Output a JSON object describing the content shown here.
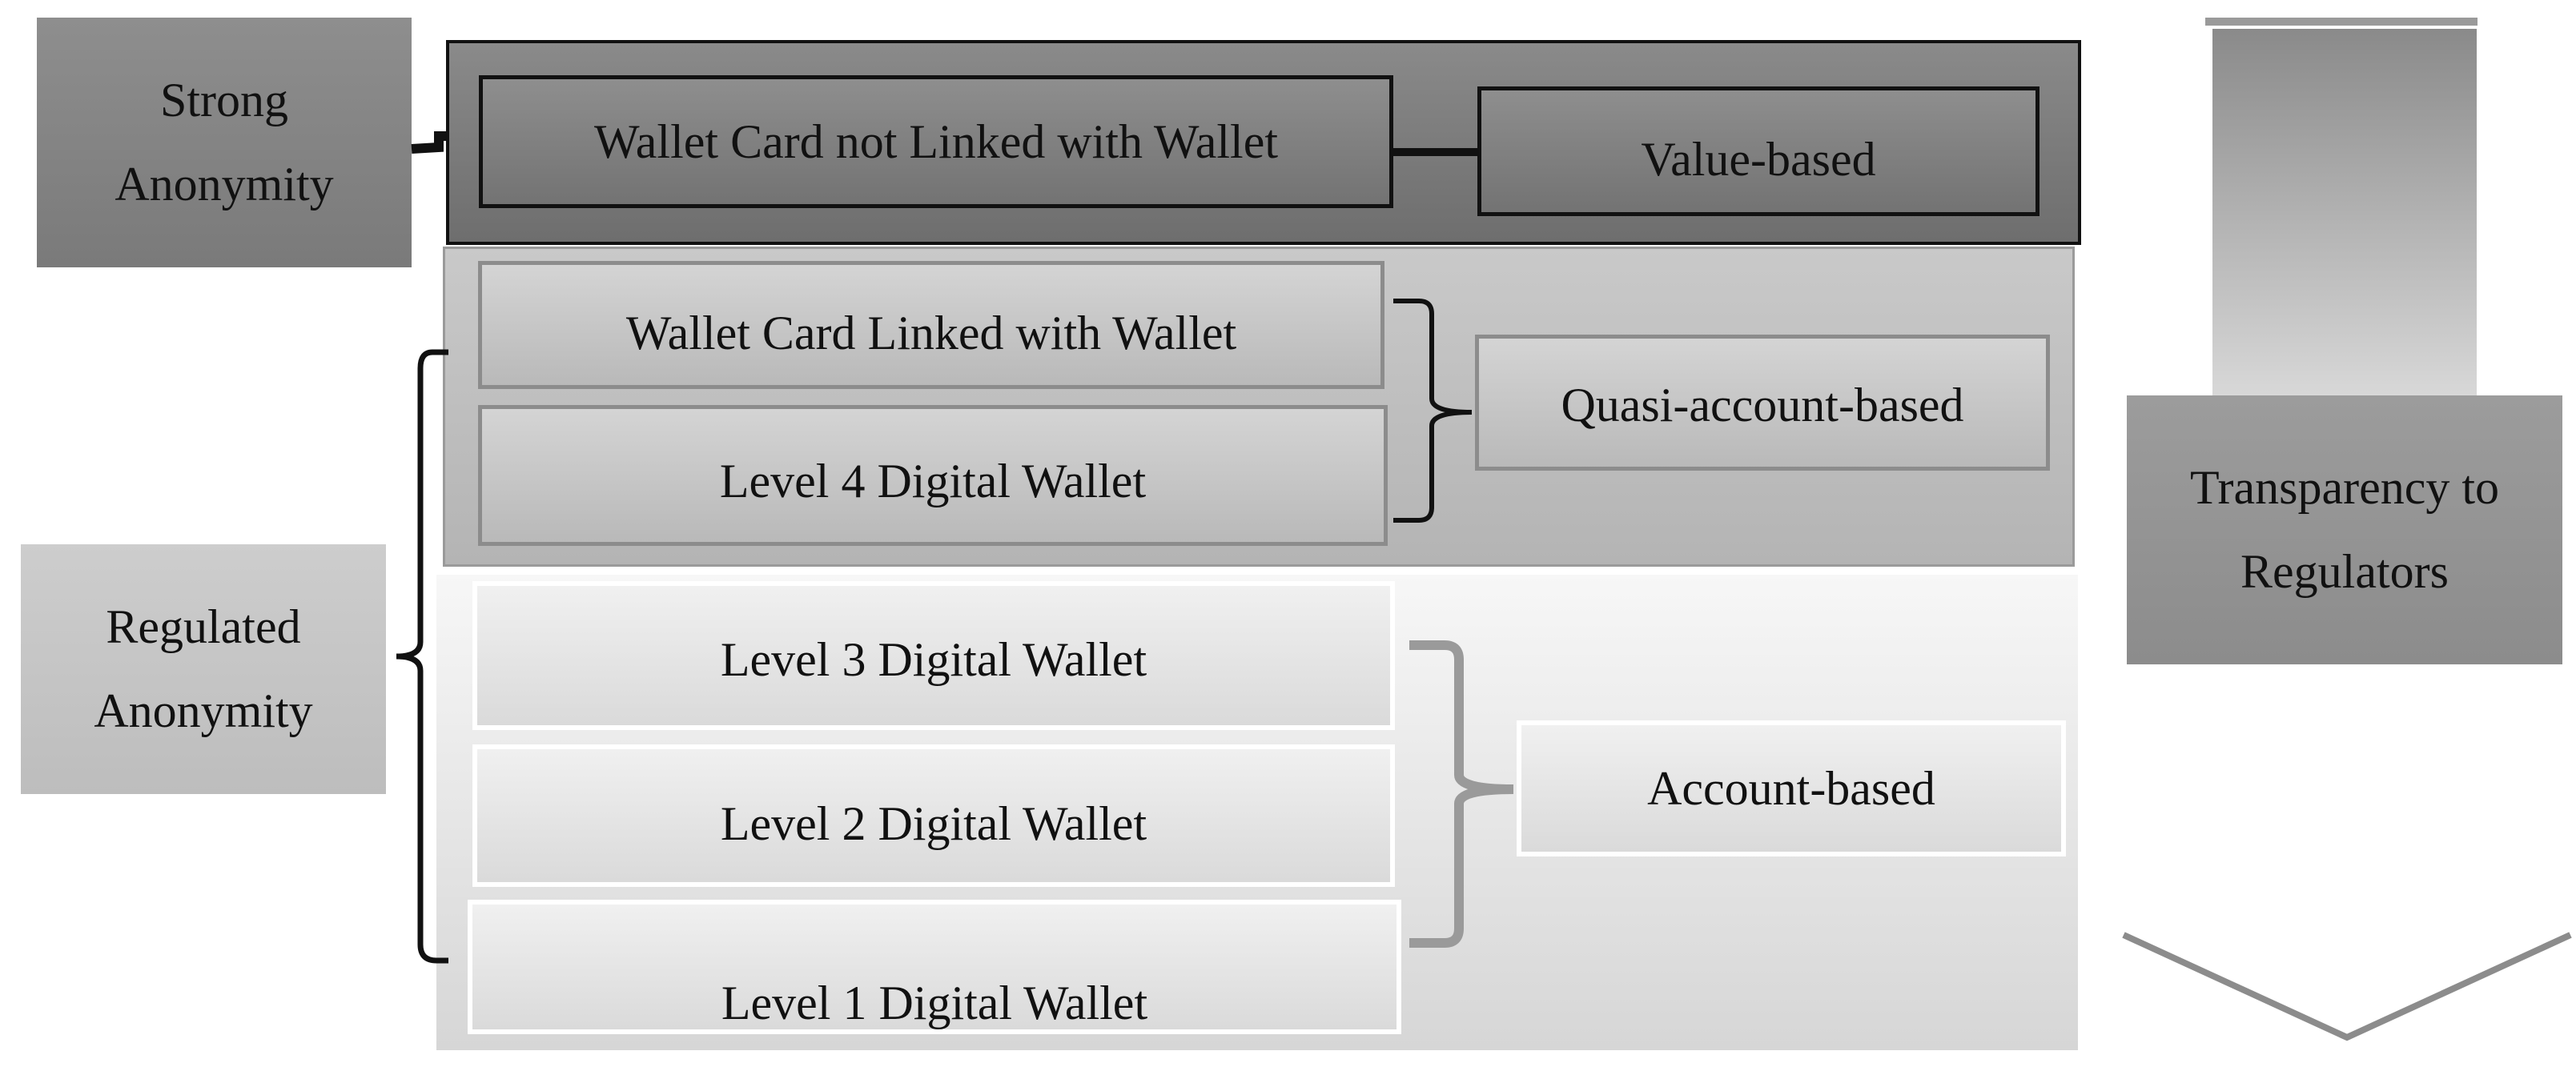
{
  "left_labels": {
    "strong": "Strong Anonymity",
    "regulated": "Regulated Anonymity"
  },
  "wallets": {
    "wallet_card_not_linked": "Wallet Card not Linked with Wallet",
    "wallet_card_linked": "Wallet Card Linked with Wallet",
    "level4": "Level 4 Digital Wallet",
    "level3": "Level 3 Digital Wallet",
    "level2": "Level 2 Digital Wallet",
    "level1": "Level 1 Digital Wallet"
  },
  "categories": {
    "value_based": "Value-based",
    "quasi_account_based": "Quasi-account-based",
    "account_based": "Account-based"
  },
  "arrow": {
    "label": "Transparency to Regulators"
  }
}
